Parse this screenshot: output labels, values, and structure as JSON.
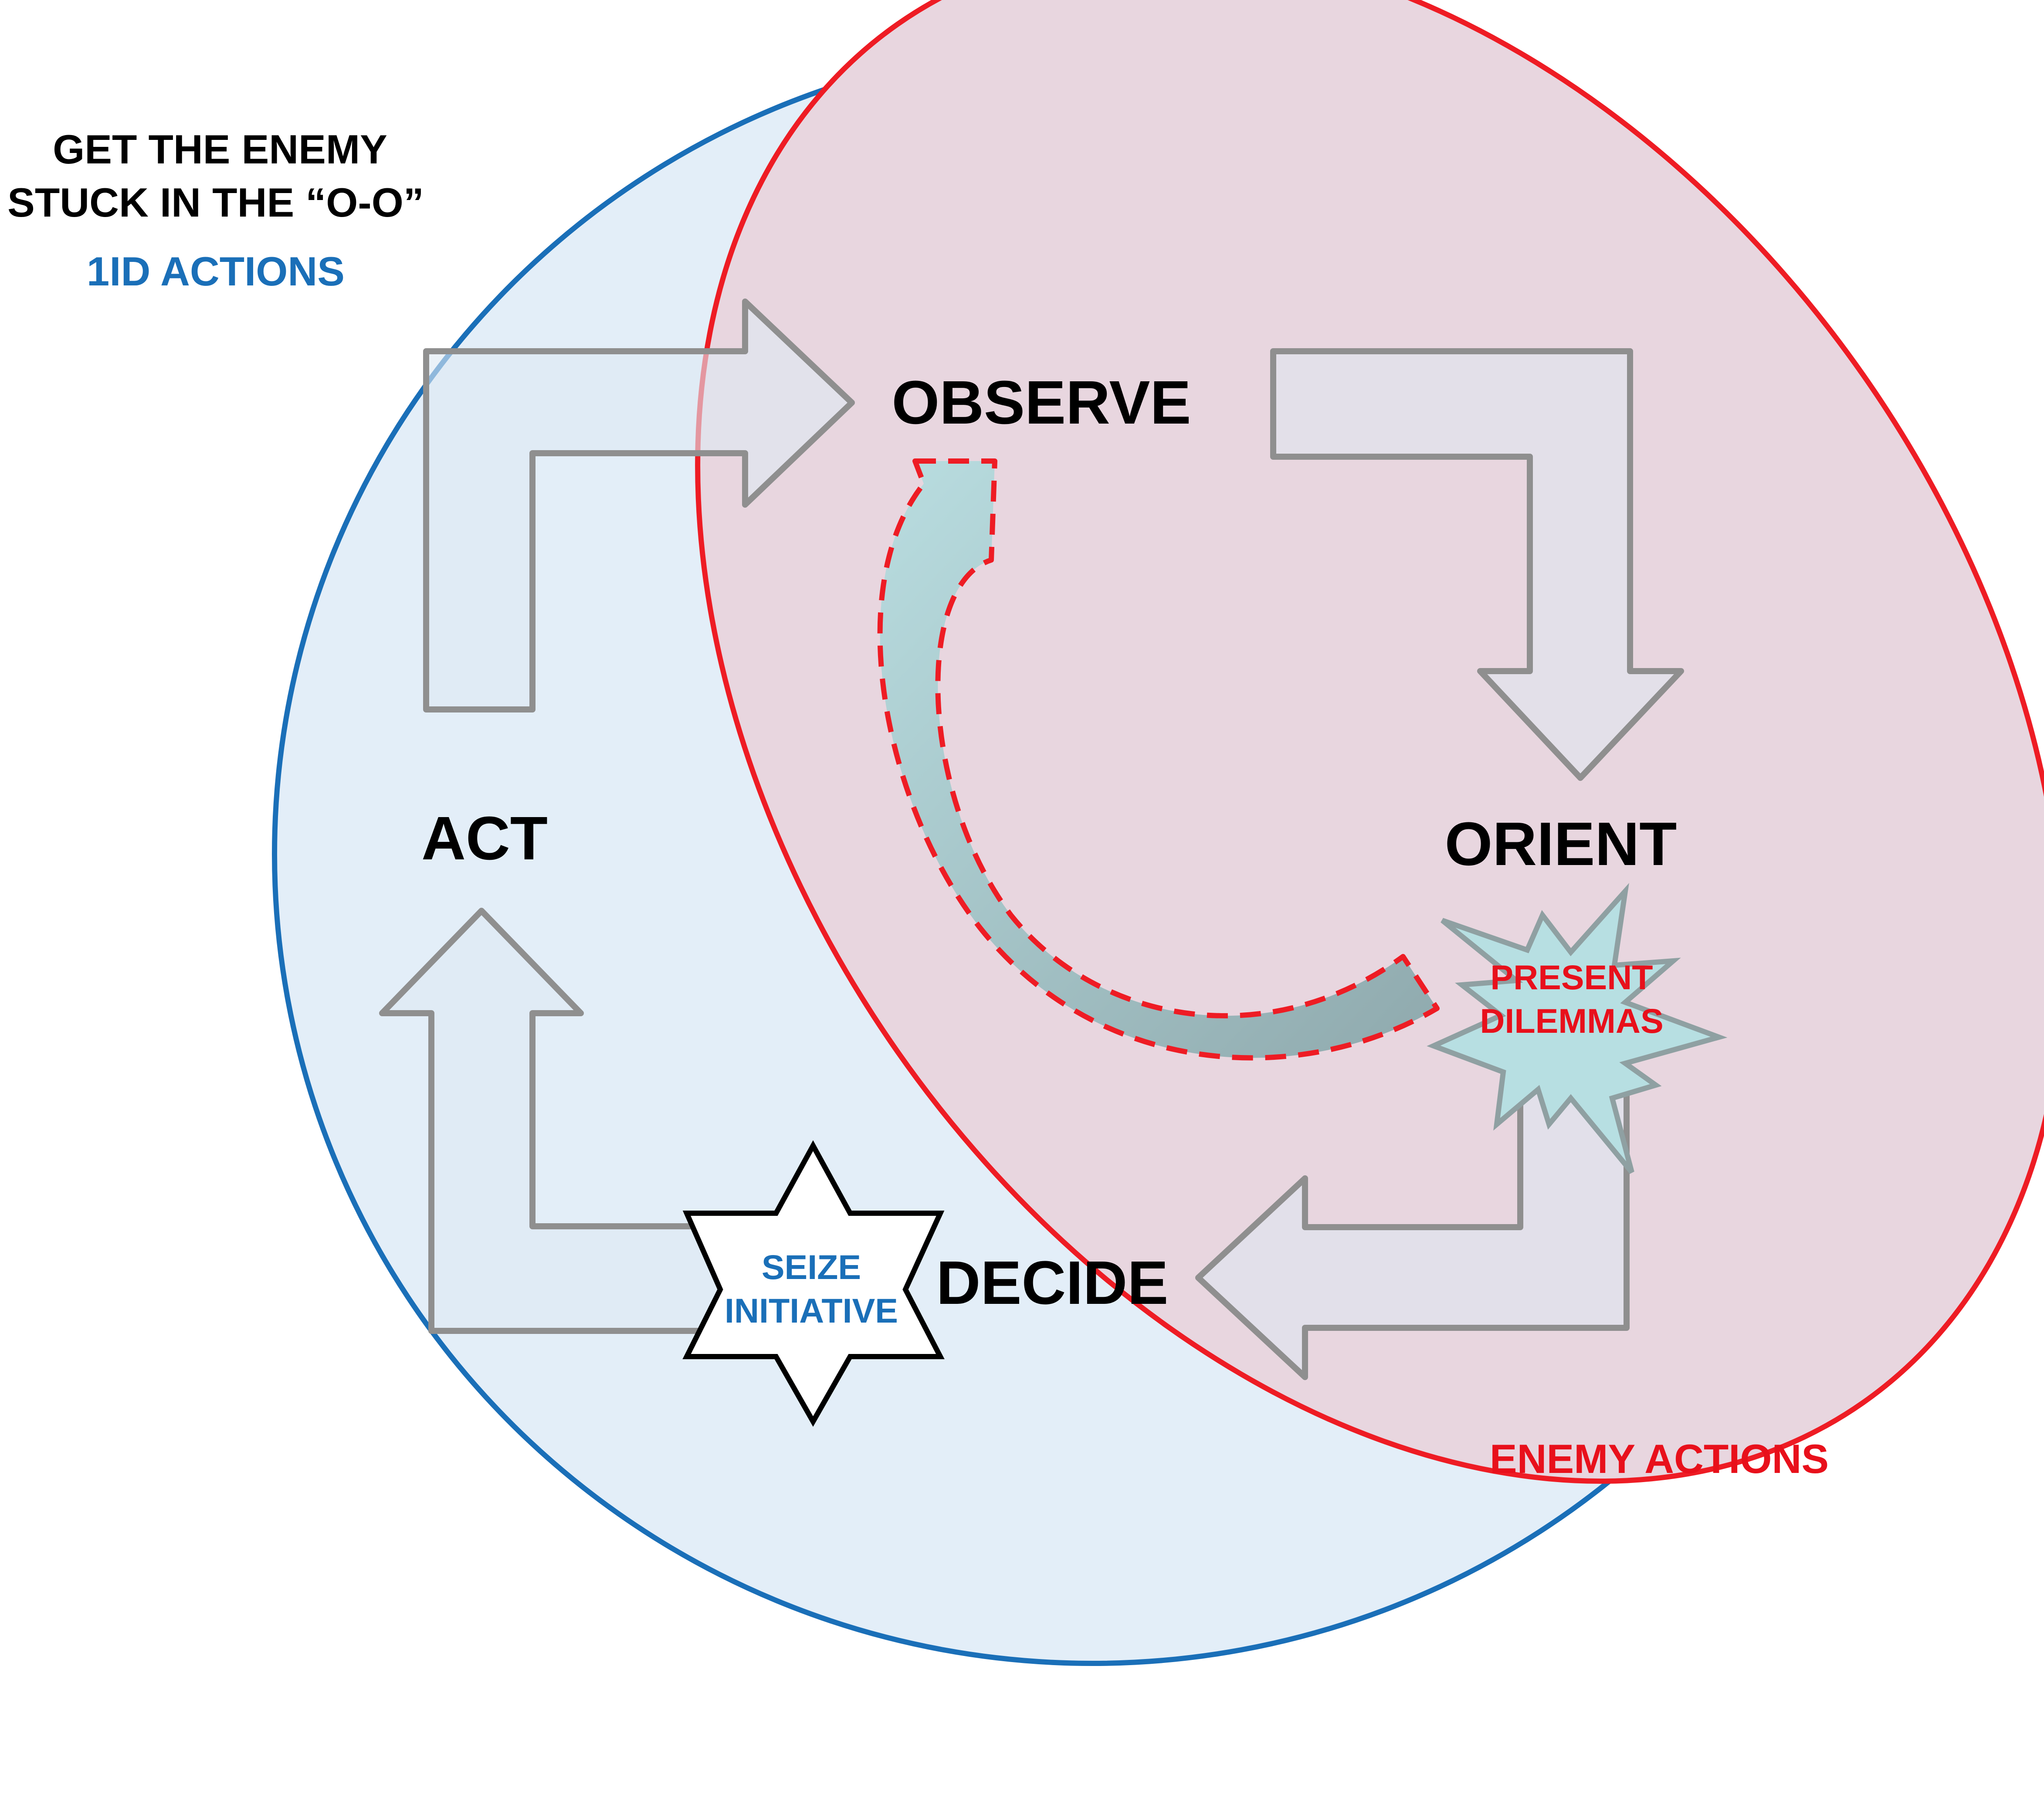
{
  "header": {
    "line1": "GET THE ENEMY",
    "line2": "STUCK IN THE “O-O”",
    "friendly_label": "1ID ACTIONS"
  },
  "loop": {
    "observe": "OBSERVE",
    "orient": "ORIENT",
    "decide": "DECIDE",
    "act": "ACT"
  },
  "burst": {
    "line1": "PRESENT",
    "line2": "DILEMMAS"
  },
  "star": {
    "line1": "SEIZE",
    "line2": "INITIATIVE"
  },
  "enemy_label": "ENEMY ACTIONS",
  "colors": {
    "friendly_fill": "#e3eef8",
    "friendly_stroke": "#1a6fb8",
    "enemy_fill": "#e8d6df",
    "enemy_stroke": "#ee1c24",
    "arrow_stroke": "#8f8f8f",
    "text_blue": "#1a6fb8",
    "text_red": "#e8101b",
    "curved_arrow_fill": "#a9c9cc",
    "burst_fill": "#b7dfe2"
  }
}
